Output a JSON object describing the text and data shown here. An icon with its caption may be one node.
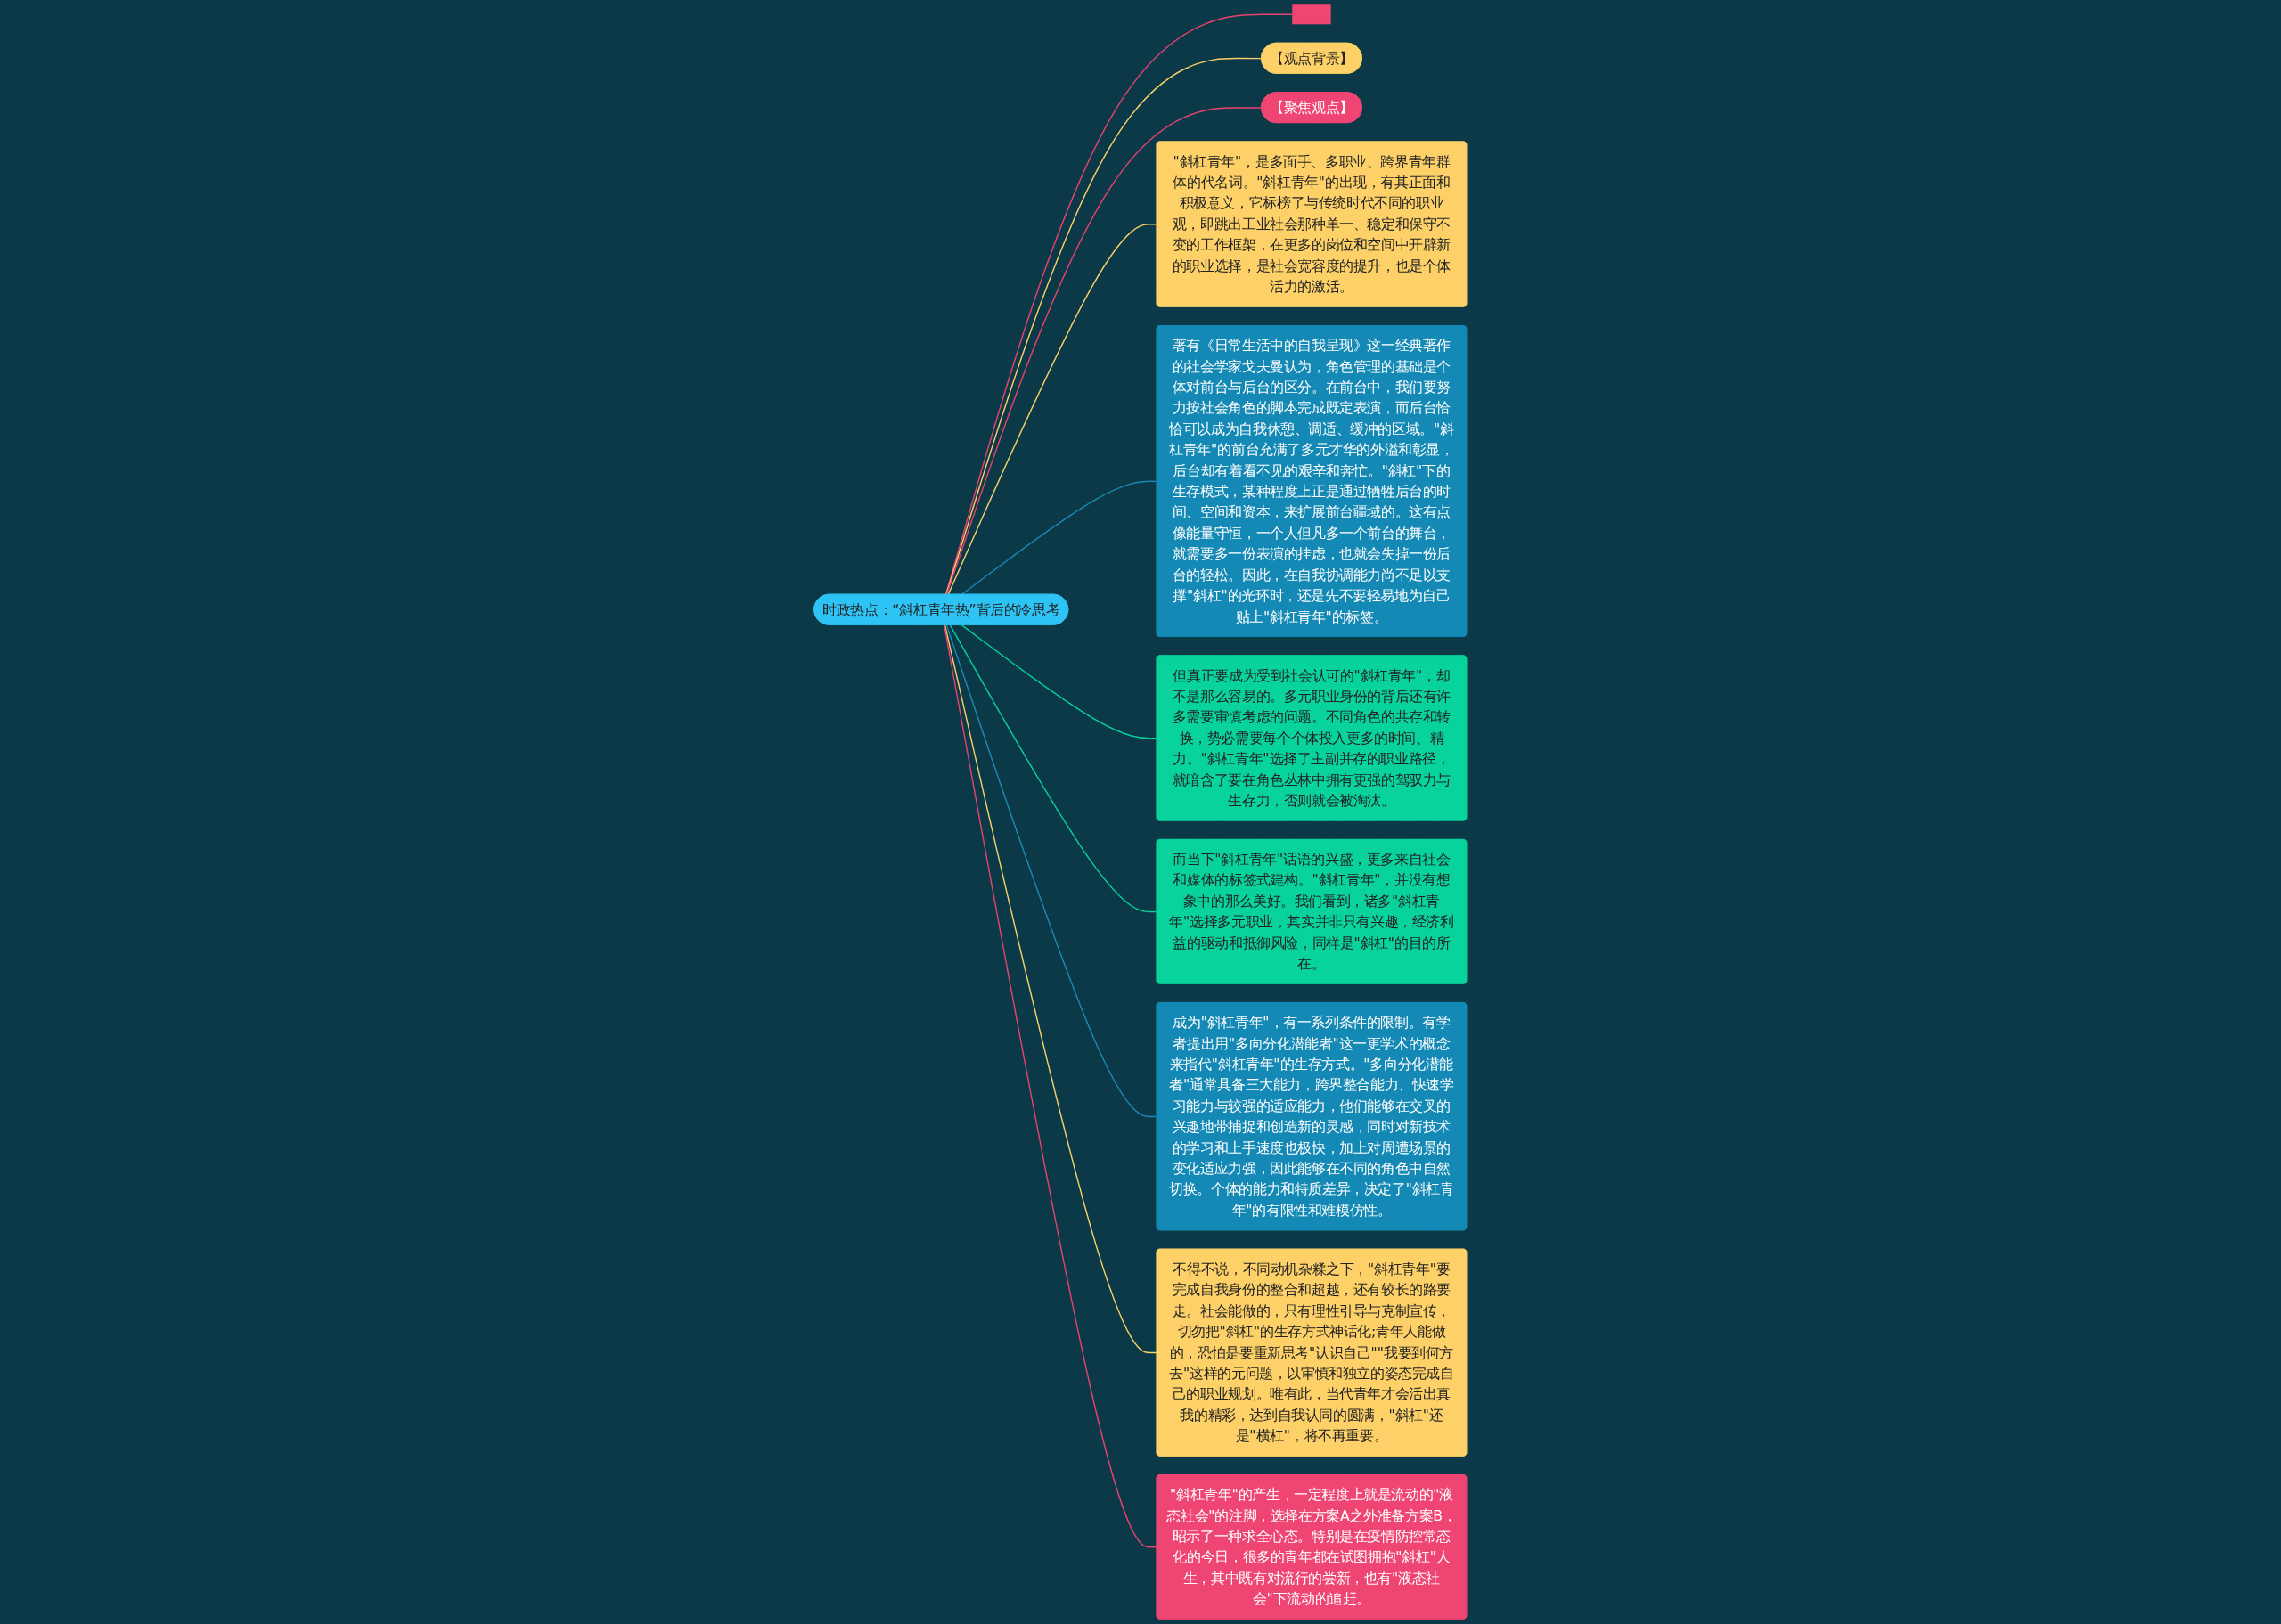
{
  "diagram": {
    "nodes": [
      {
        "text": [
          "时政热点：“斜杠青年热”背后的冷思考"
        ]
      },
      {
        "text": [],
        "shape": "box"
      },
      {
        "text": [
          "【观点背景】"
        ]
      },
      {
        "text": [
          "【聚焦观点】"
        ]
      },
      {
        "text": [
          "\"斜杠青年\"，是多面手、多职业、跨界青年群体的代名词。\"斜杠青年\"的出现，有其正面和积极意义，它标榜了与传统时代不同的职业观，即跳出工业社会那种单一、稳定和保守不变的工作框架，在更多的岗位和空间中开辟新的职业选择，是社会宽容度的提升，也是个体活力的激活。"
        ]
      },
      {
        "text": [
          "著有《日常生活中的自我呈现》这一经典著作的社会学家戈夫曼认为，角色管理的基础是个体对前台与后台的区分。在前台中，我们要努力按社会角色的脚本完成既定表演，而后台恰恰可以成为自我休憩、调适、缓冲的区域。\"斜杠青年\"的前台充满了多元才华的外溢和彰显，后台却有着看不见的艰辛和奔忙。\"斜杠\"下的生存模式，某种程度上正是通过牺牲后台的时间、空间和资本，来扩展前台疆域的。这有点像能量守恒，一个人但凡多一个前台的舞台，就需要多一份表演的挂虑，也就会失掉一份后台的轻松。因此，在自我协调能力尚不足以支撑\"斜杠\"的光环时，还是先不要轻易地为自己贴上\"斜杠青年\"的标签。"
        ]
      },
      {
        "text": [
          "但真正要成为受到社会认可的\"斜杠青年\"，却不是那么容易的。多元职业身份的背后还有许多需要审慎考虑的问题。不同角色的共存和转换，势必需要每个个体投入更多的时间、精力。\"斜杠青年\"选择了主副并存的职业路径，就暗含了要在角色丛林中拥有更强的驾驭力与生存力，否则就会被淘汰。"
        ]
      },
      {
        "text": [
          "而当下\"斜杠青年\"话语的兴盛，更多来自社会和媒体的标签式建构。\"斜杠青年\"，并没有想象中的那么美好。我们看到，诸多\"斜杠青年\"选择多元职业，其实并非只有兴趣，经济利益的驱动和抵御风险，同样是\"斜杠\"的目的所在。"
        ]
      },
      {
        "text": [
          "成为\"斜杠青年\"，有一系列条件的限制。有学者提出用\"多向分化潜能者\"这一更学术的概念来指代\"斜杠青年\"的生存方式。\"多向分化潜能者\"通常具备三大能力，跨界整合能力、快速学习能力与较强的适应能力，他们能够在交叉的兴趣地带捕捉和创造新的灵感，同时对新技术的学习和上手速度也极快，加上对周遭场景的变化适应力强，因此能够在不同的角色中自然切换。个体的能力和特质差异，决定了\"斜杠青年\"的有限性和难模仿性。"
        ]
      },
      {
        "text": [
          "不得不说，不同动机杂糅之下，\"斜杠青年\"要完成自我身份的整合和超越，还有较长的路要走。社会能做的，只有理性引导与克制宣传，切勿把\"斜杠\"的生存方式神话化;青年人能做的，恐怕是要重新思考\"认识自己\"\"我要到何方去\"这样的元问题，以审慎和独立的姿态完成自己的职业规划。唯有此，当代青年才会活出真我的精彩，达到自我认同的圆满，\"斜杠\"还是\"横杠\"，将不再重要。"
        ]
      },
      {
        "text": [
          "\"斜杠青年\"的产生，一定程度上就是流动的\"液态社会\"的注脚，选择在方案A之外准备方案B，昭示了一种求全心态。特别是在疫情防控常态化的今日，很多的青年都在试图拥抱\"斜杠\"人生，其中既有对流行的尝新，也有\"液态社会\"下流动的追赶。"
        ]
      }
    ],
    "edges": [
      {
        "from": 0,
        "to": 1,
        "arrow": "none",
        "color": "#e8426e"
      },
      {
        "from": 0,
        "to": 2,
        "arrow": "none",
        "color": "#f9d167"
      },
      {
        "from": 0,
        "to": 3,
        "arrow": "none",
        "color": "#e8426e"
      },
      {
        "from": 0,
        "to": 4,
        "arrow": "none",
        "color": "#f9d167"
      },
      {
        "from": 0,
        "to": 5,
        "arrow": "none",
        "color": "#1a8ab5"
      },
      {
        "from": 0,
        "to": 6,
        "arrow": "none",
        "color": "#06d29c"
      },
      {
        "from": 0,
        "to": 7,
        "arrow": "none",
        "color": "#06d29c"
      },
      {
        "from": 0,
        "to": 8,
        "arrow": "none",
        "color": "#1a8ab5"
      },
      {
        "from": 0,
        "to": 9,
        "arrow": "none",
        "color": "#f9d167"
      },
      {
        "from": 0,
        "to": 10,
        "arrow": "none",
        "color": "#e8426e"
      }
    ]
  }
}
